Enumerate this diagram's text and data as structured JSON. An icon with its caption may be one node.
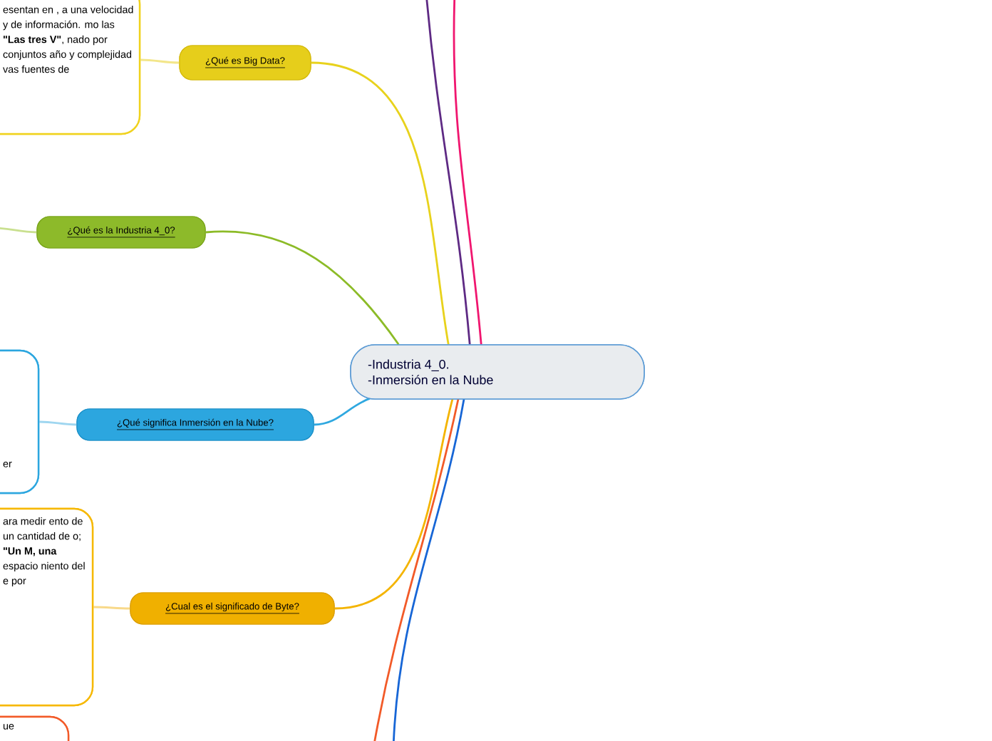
{
  "diagram": {
    "nodes": [
      {
        "text": [
          "-Industria 4_0.",
          "-Inmersión en la Nube"
        ]
      },
      {
        "text": [
          "¿Qué es Big Data?"
        ]
      },
      {
        "text": [
          "esentan en , a una velocidad y de información. mo las **\"Las tres V\"**, nado por conjuntos año y complejidad vas fuentes de"
        ]
      },
      {
        "text": [
          "¿Qué es la Industria 4_0?"
        ]
      },
      {
        "text": [
          "¿Qué significa Inmersión en la Nube?"
        ]
      },
      {
        "text": [
          "er"
        ]
      },
      {
        "text": [
          "¿Cual es el significado de Byte?"
        ]
      },
      {
        "text": [
          "ara medir ento de un cantidad de o; **\"Un** **M, una** espacio niento del e por"
        ]
      },
      {
        "text": [
          "ue"
        ]
      }
    ],
    "edges": [
      {
        "from": 0,
        "to": 1,
        "arrow": "none",
        "color": "#e8d21c"
      },
      {
        "from": 1,
        "to": 2,
        "arrow": "none",
        "color": "#f3e68a"
      },
      {
        "from": 0,
        "to": 3,
        "arrow": "none",
        "color": "#8cbb27"
      },
      {
        "from": 3,
        "to": null,
        "arrow": "none",
        "color": "#c9e08f"
      },
      {
        "from": 0,
        "to": 4,
        "arrow": "none",
        "color": "#2fa8e0"
      },
      {
        "from": 4,
        "to": 5,
        "arrow": "none",
        "color": "#9fd6f0"
      },
      {
        "from": 0,
        "to": 6,
        "arrow": "none",
        "color": "#f4b400"
      },
      {
        "from": 6,
        "to": 7,
        "arrow": "none",
        "color": "#f8d98a"
      },
      {
        "from": 0,
        "to": null,
        "arrow": "none",
        "color": "#5e2a84"
      },
      {
        "from": 0,
        "to": null,
        "arrow": "none",
        "color": "#f0166f"
      },
      {
        "from": 0,
        "to": null,
        "arrow": "none",
        "color": "#f25a28"
      },
      {
        "from": 0,
        "to": null,
        "arrow": "none",
        "color": "#1766d6"
      }
    ]
  }
}
